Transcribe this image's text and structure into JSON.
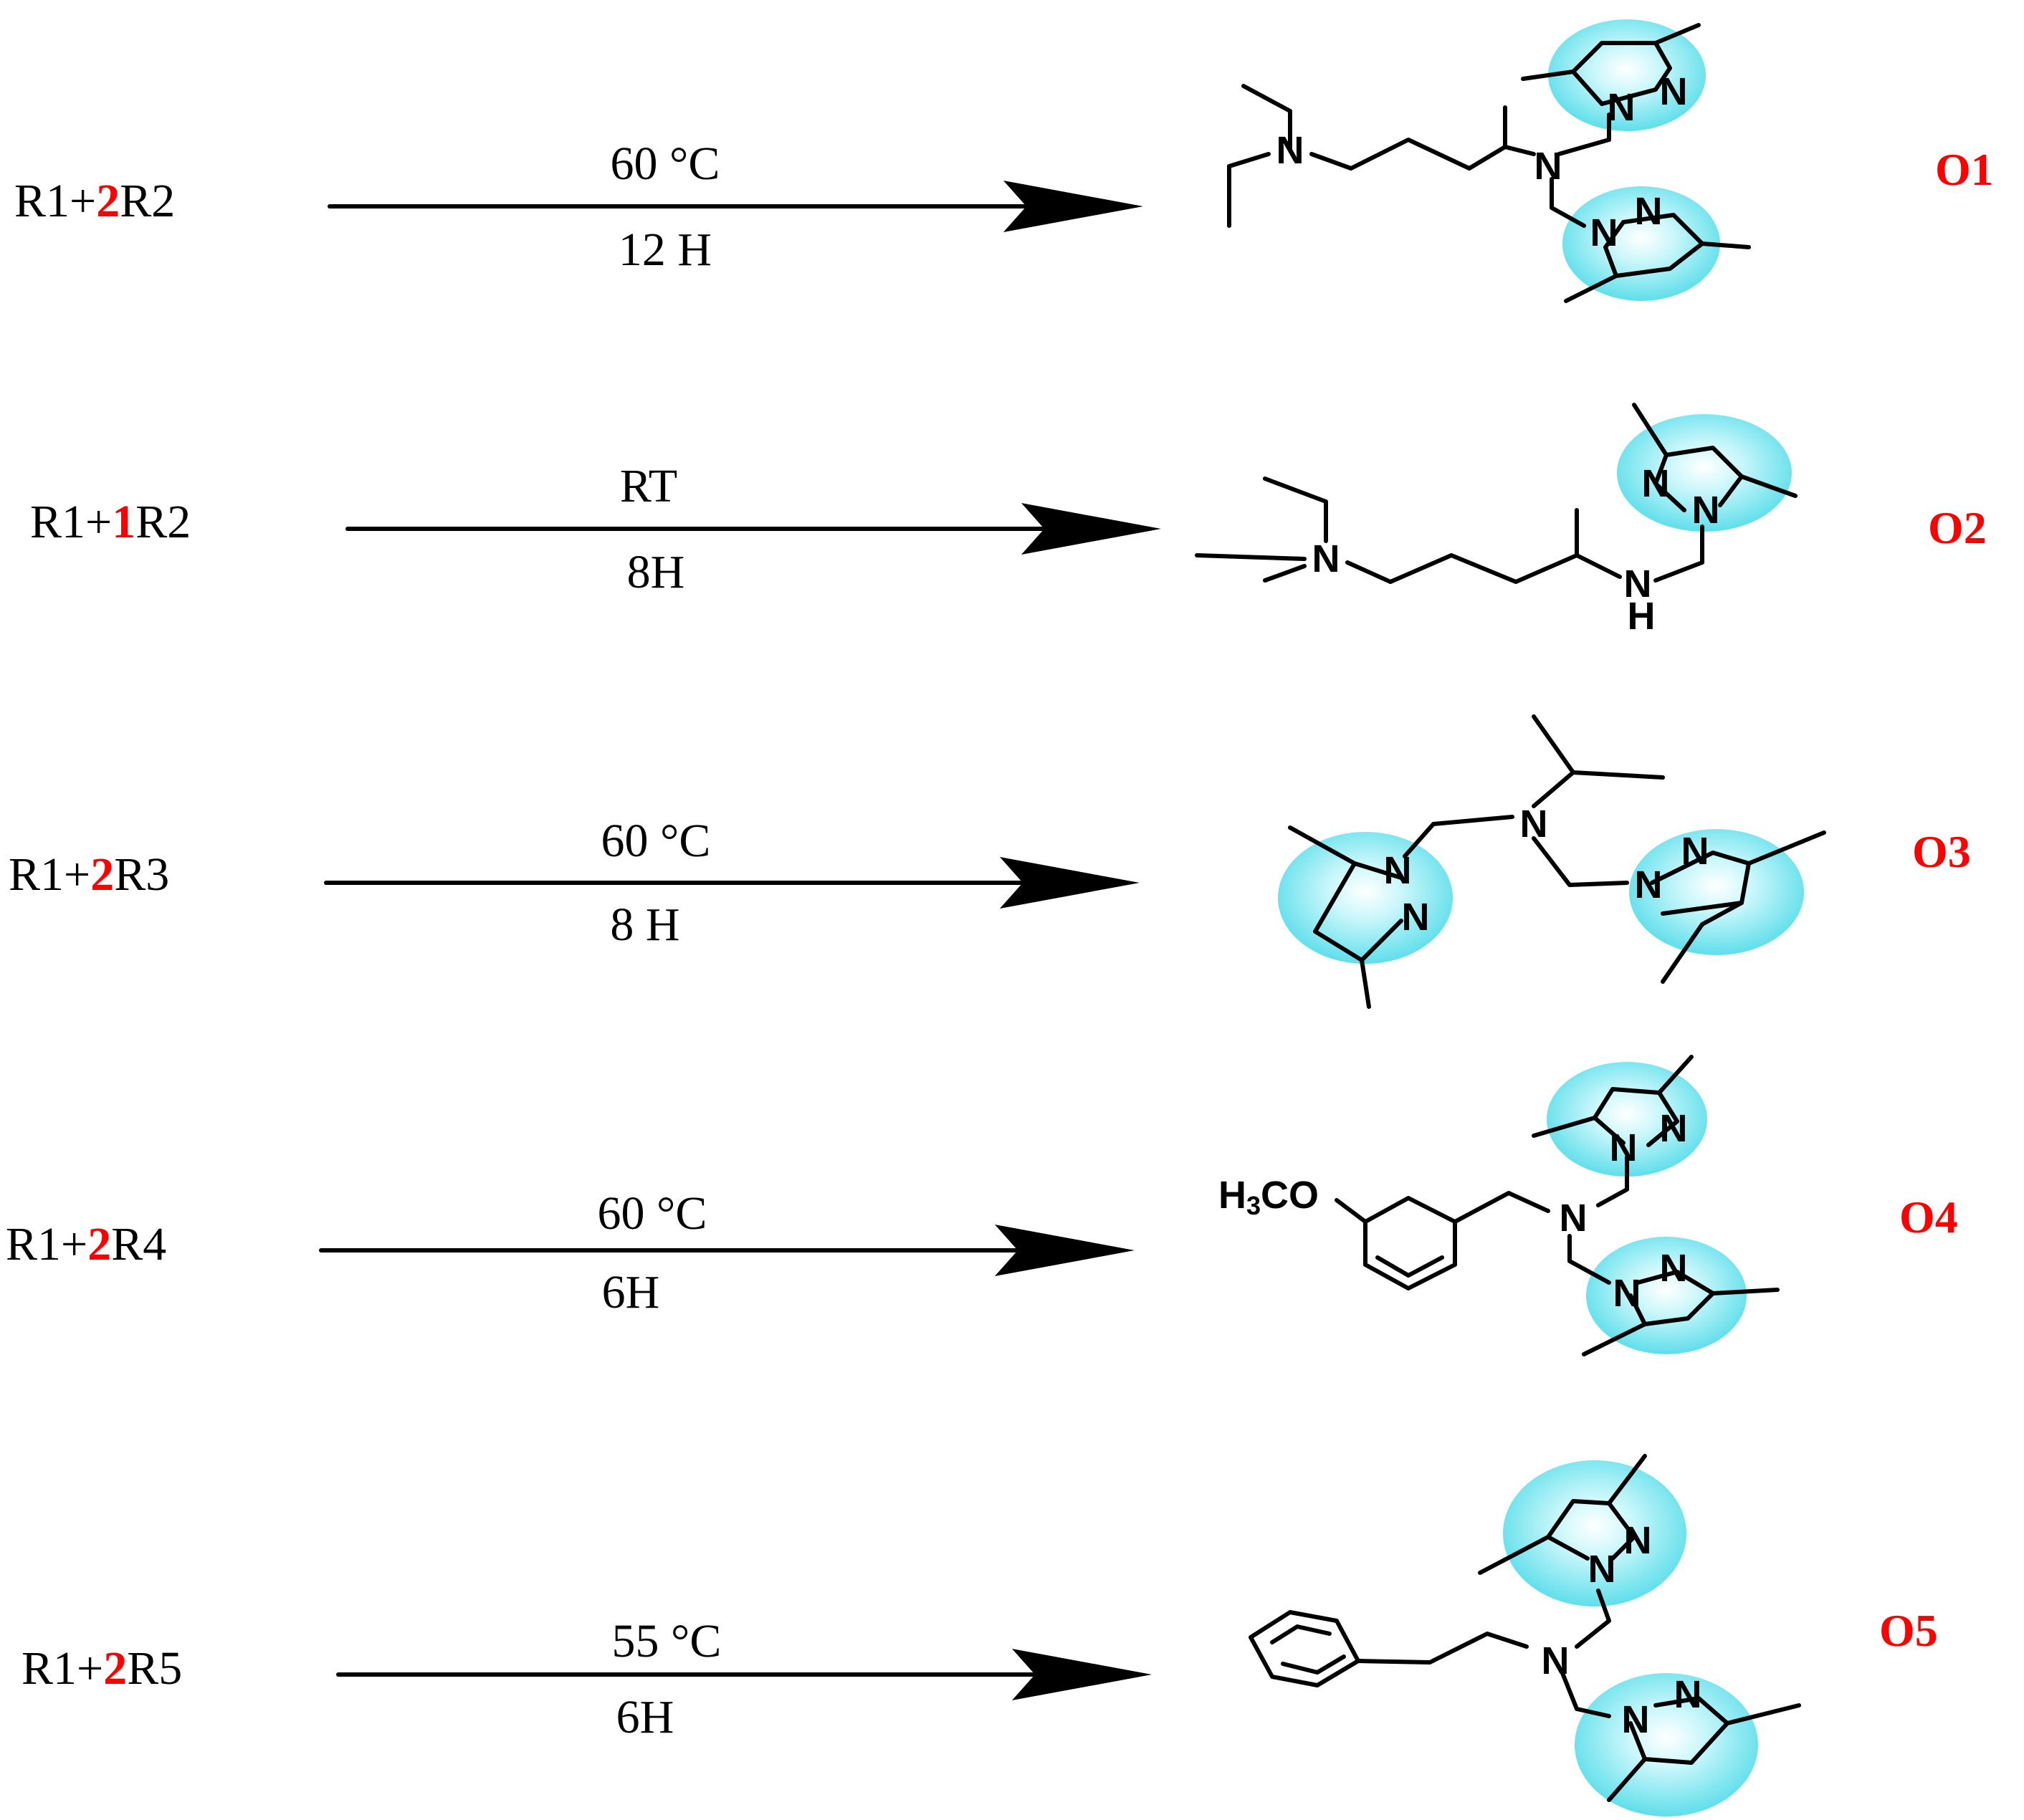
{
  "colors": {
    "coefficient": "#ff0000",
    "product_label": "#ff0000",
    "ring_highlight": "#66e6f0",
    "text": "#000000"
  },
  "reactions": [
    {
      "reactant_a": "R1+",
      "coef": "2",
      "reactant_b": "R2",
      "temperature": "60 °C",
      "time": "12 H",
      "product": "O1"
    },
    {
      "reactant_a": "R1+",
      "coef": "1",
      "reactant_b": "R2",
      "temperature": "RT",
      "time": "8H",
      "product": "O2"
    },
    {
      "reactant_a": "R1+",
      "coef": "2",
      "reactant_b": "R3",
      "temperature": "60 °C",
      "time": "8 H",
      "product": "O3"
    },
    {
      "reactant_a": "R1+",
      "coef": "2",
      "reactant_b": "R4",
      "temperature": "60 °C",
      "time": "6H",
      "product": "O4"
    },
    {
      "reactant_a": "R1+",
      "coef": "2",
      "reactant_b": "R5",
      "temperature": "55 °C",
      "time": "6H",
      "product": "O5"
    }
  ],
  "atoms": {
    "nitrogen": "N",
    "amine_h": "H",
    "methoxy_h3c": "H",
    "methoxy_3": "3",
    "methoxy_co": "CO"
  }
}
